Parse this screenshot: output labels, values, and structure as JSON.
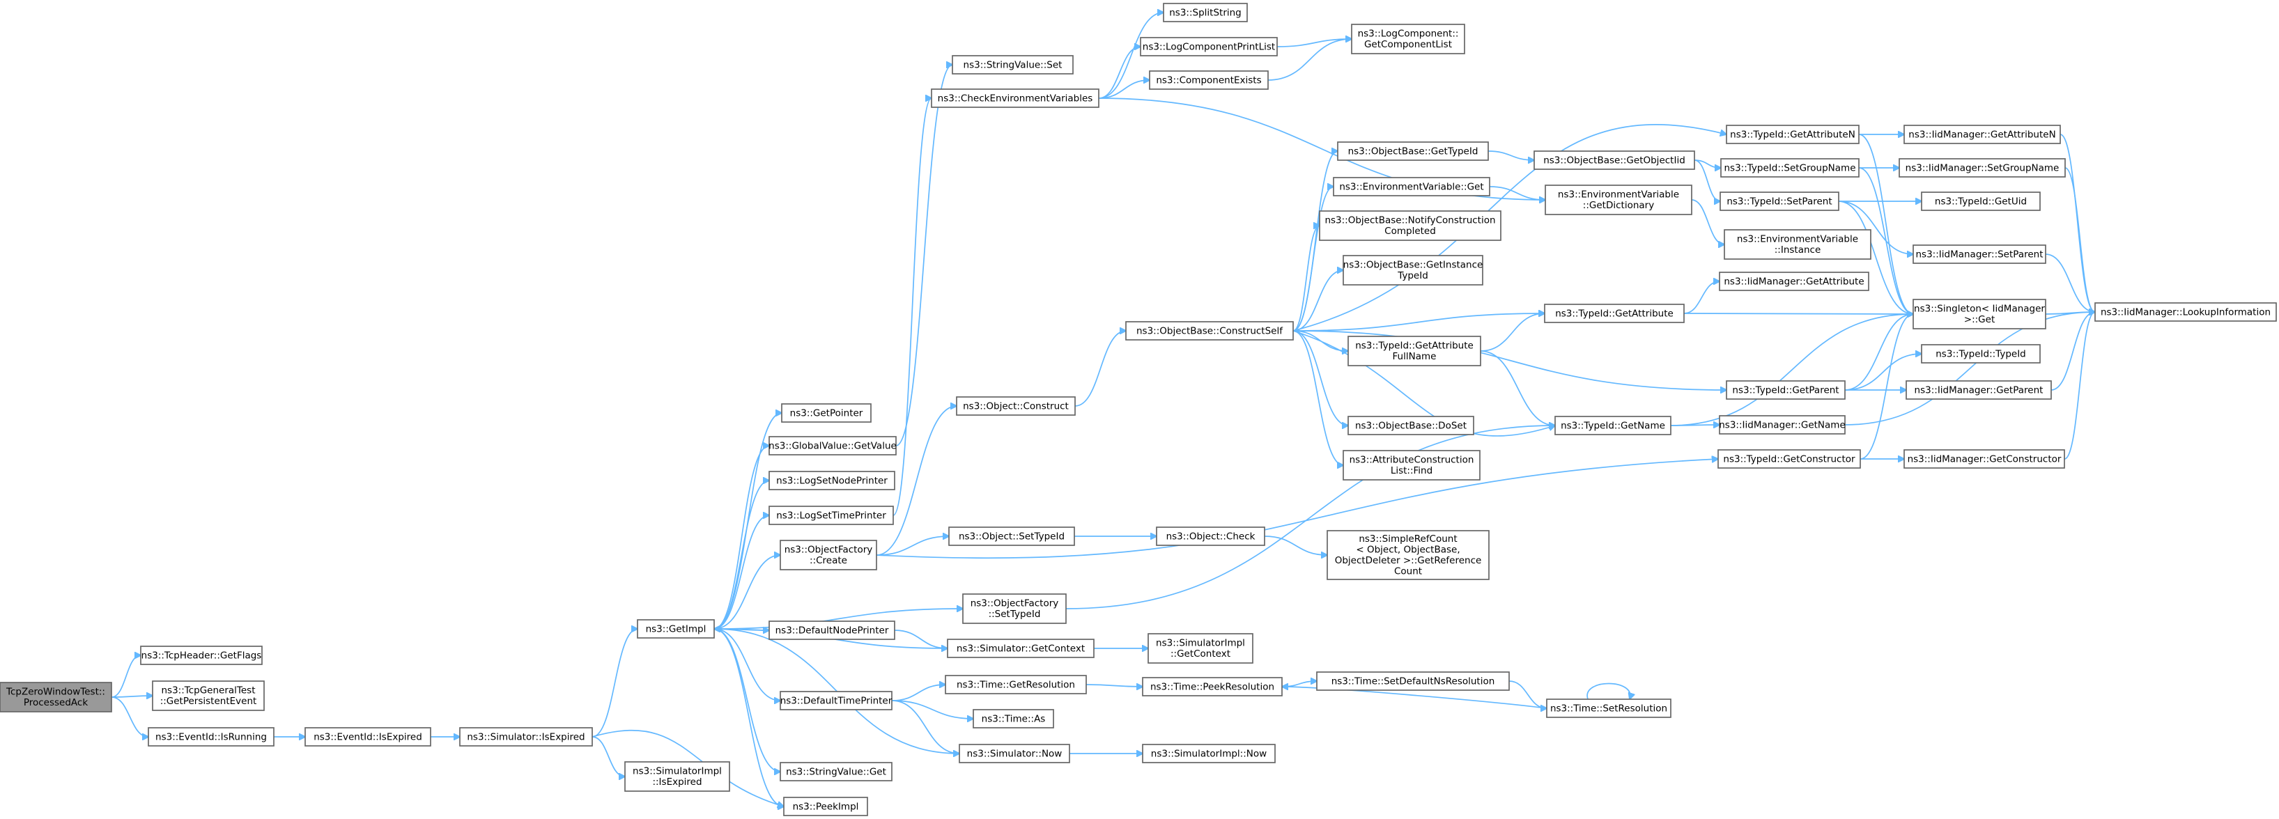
{
  "colors": {
    "edge": "#63b8ff",
    "node_border": "#666666",
    "root_fill": "#999999",
    "node_fill": "#ffffff"
  },
  "nodes": {
    "root": [
      "TcpZeroWindowTest::",
      "ProcessedAck"
    ],
    "getflags": [
      "ns3::TcpHeader::GetFlags"
    ],
    "getpersistent": [
      "ns3::TcpGeneralTest",
      "::GetPersistentEvent"
    ],
    "eventid_isrunning": [
      "ns3::EventId::IsRunning"
    ],
    "eventid_isexpired": [
      "ns3::EventId::IsExpired"
    ],
    "sim_isexpired": [
      "ns3::Simulator::IsExpired"
    ],
    "getimpl": [
      "ns3::GetImpl"
    ],
    "simimpl_isexpired": [
      "ns3::SimulatorImpl",
      "::IsExpired"
    ],
    "peekimpl": [
      "ns3::PeekImpl"
    ],
    "getpointer": [
      "ns3::GetPointer"
    ],
    "globalvalue_getvalue": [
      "ns3::GlobalValue::GetValue"
    ],
    "logsetnodeprinter": [
      "ns3::LogSetNodePrinter"
    ],
    "logsettimeprinter": [
      "ns3::LogSetTimePrinter"
    ],
    "objectfactory_create": [
      "ns3::ObjectFactory",
      "::Create"
    ],
    "defaultnodeprinter": [
      "ns3::DefaultNodePrinter"
    ],
    "defaulttimeprinter": [
      "ns3::DefaultTimePrinter"
    ],
    "stringvalue_get": [
      "ns3::StringValue::Get"
    ],
    "stringvalue_set": [
      "ns3::StringValue::Set"
    ],
    "checkenv": [
      "ns3::CheckEnvironmentVariables"
    ],
    "splitstring": [
      "ns3::SplitString"
    ],
    "logcomponentprintlist": [
      "ns3::LogComponentPrintList"
    ],
    "componentexists": [
      "ns3::ComponentExists"
    ],
    "getcomponentlist": [
      "ns3::LogComponent::",
      "GetComponentList"
    ],
    "object_construct": [
      "ns3::Object::Construct"
    ],
    "object_settypeid": [
      "ns3::Object::SetTypeId"
    ],
    "objectfactory_settypeid": [
      "ns3::ObjectFactory",
      "::SetTypeId"
    ],
    "sim_getcontext": [
      "ns3::Simulator::GetContext"
    ],
    "simimpl_getcontext": [
      "ns3::SimulatorImpl",
      "::GetContext"
    ],
    "time_getresolution": [
      "ns3::Time::GetResolution"
    ],
    "time_as": [
      "ns3::Time::As"
    ],
    "sim_now": [
      "ns3::Simulator::Now"
    ],
    "simimpl_now": [
      "ns3::SimulatorImpl::Now"
    ],
    "time_peekresolution": [
      "ns3::Time::PeekResolution"
    ],
    "time_setdefaultnsresolution": [
      "ns3::Time::SetDefaultNsResolution"
    ],
    "time_setresolution": [
      "ns3::Time::SetResolution"
    ],
    "object_check": [
      "ns3::Object::Check"
    ],
    "simplerefcount": [
      "ns3::SimpleRefCount",
      "< Object, ObjectBase,",
      "ObjectDeleter >::GetReference",
      "Count"
    ],
    "constructself": [
      "ns3::ObjectBase::ConstructSelf"
    ],
    "objectbase_gettypeid": [
      "ns3::ObjectBase::GetTypeId"
    ],
    "envvar_get": [
      "ns3::EnvironmentVariable::Get"
    ],
    "notifyconstruction": [
      "ns3::ObjectBase::NotifyConstruction",
      "Completed"
    ],
    "getinstancetypeid": [
      "ns3::ObjectBase::GetInstance",
      "TypeId"
    ],
    "getattributefullname": [
      "ns3::TypeId::GetAttribute",
      "FullName"
    ],
    "objectbase_doset": [
      "ns3::ObjectBase::DoSet"
    ],
    "attrconstructionlist_find": [
      "ns3::AttributeConstruction",
      "List::Find"
    ],
    "getobjectiid": [
      "ns3::ObjectBase::GetObjectIid"
    ],
    "envvar_getdictionary": [
      "ns3::EnvironmentVariable",
      "::GetDictionary"
    ],
    "typeid_getattribute": [
      "ns3::TypeId::GetAttribute"
    ],
    "typeid_getname": [
      "ns3::TypeId::GetName"
    ],
    "typeid_getattributen": [
      "ns3::TypeId::GetAttributeN"
    ],
    "typeid_setgroupname": [
      "ns3::TypeId::SetGroupName"
    ],
    "typeid_setparent": [
      "ns3::TypeId::SetParent"
    ],
    "envvar_instance": [
      "ns3::EnvironmentVariable",
      "::Instance"
    ],
    "iidmanager_getattribute": [
      "ns3::IidManager::GetAttribute"
    ],
    "typeid_getparent": [
      "ns3::TypeId::GetParent"
    ],
    "iidmanager_getname": [
      "ns3::IidManager::GetName"
    ],
    "typeid_getconstructor": [
      "ns3::TypeId::GetConstructor"
    ],
    "iidmanager_getattributen": [
      "ns3::IidManager::GetAttributeN"
    ],
    "iidmanager_setgroupname": [
      "ns3::IidManager::SetGroupName"
    ],
    "typeid_getuid": [
      "ns3::TypeId::GetUid"
    ],
    "iidmanager_setparent": [
      "ns3::IidManager::SetParent"
    ],
    "singleton_get": [
      "ns3::Singleton< IidManager",
      ">::Get"
    ],
    "typeid_typeid": [
      "ns3::TypeId::TypeId"
    ],
    "iidmanager_getparent": [
      "ns3::IidManager::GetParent"
    ],
    "iidmanager_getconstructor": [
      "ns3::IidManager::GetConstructor"
    ],
    "iidmanager_lookupinformation": [
      "ns3::IidManager::LookupInformation"
    ]
  }
}
